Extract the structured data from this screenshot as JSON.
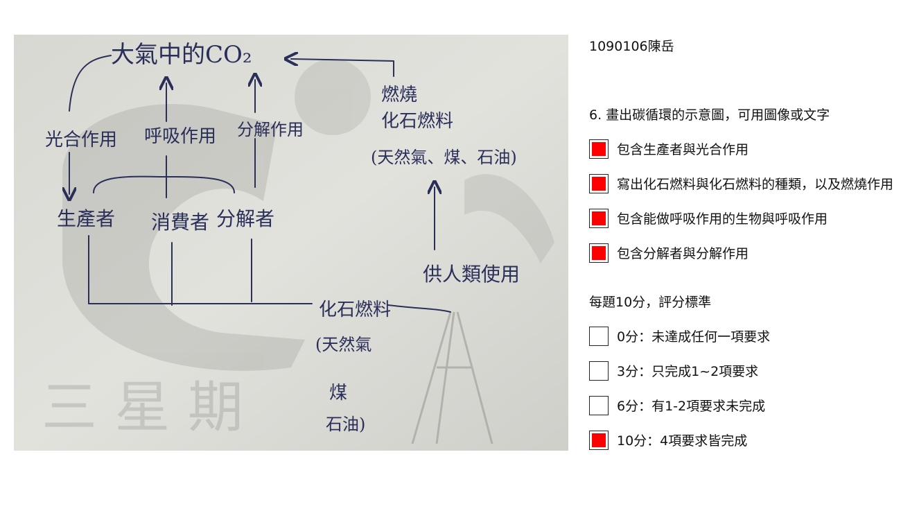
{
  "header_id": "1090106陳岳",
  "question": "6. 畫出碳循環的示意圖，可用圖像或文字",
  "checklist": [
    {
      "label": "包含生產者與光合作用",
      "checked": true
    },
    {
      "label": "寫出化石燃料與化石燃料的種類，以及燃燒作用",
      "checked": true
    },
    {
      "label": "包含能做呼吸作用的生物與呼吸作用",
      "checked": true
    },
    {
      "label": "包含分解者與分解作用",
      "checked": true
    }
  ],
  "rubric_title": "每題10分，評分標準",
  "rubric": [
    {
      "label": "0分：未達成任何一項要求",
      "checked": false
    },
    {
      "label": "3分：只完成1~2項要求",
      "checked": false
    },
    {
      "label": "6分：有1-2項要求未完成",
      "checked": false
    },
    {
      "label": "10分：4項要求皆完成",
      "checked": true
    }
  ],
  "drawing": {
    "atmosphere": "大氣中的CO₂",
    "photosynthesis": "光合作用",
    "respiration": "呼吸作用",
    "decomposition": "分解作用",
    "combustion": "燃燒",
    "fossil_fuel_top": "化石燃料",
    "fuel_types_top": "(天然氣、煤、石油)",
    "producer": "生產者",
    "consumer": "消費者",
    "decomposer": "分解者",
    "human_use": "供人類使用",
    "fossil_fuel_bottom": "化石燃料",
    "fuel_types_bottom_1": "(天然氣",
    "fuel_types_bottom_2": "煤",
    "fuel_types_bottom_3": "石油)",
    "print_text": "三 星 期"
  }
}
